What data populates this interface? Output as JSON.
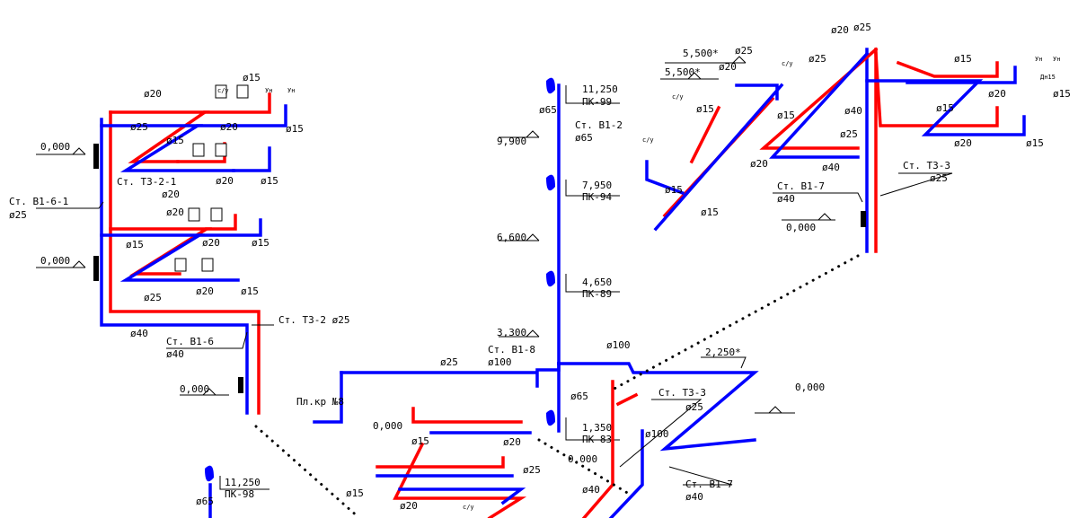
{
  "risers": {
    "b1_6_1": "Ст. В1-6-1",
    "b1_6": "Ст. В1-6",
    "t3_2_1": "Ст. Т3-2-1",
    "t3_2": "Ст. Т3-2 ø25",
    "b1_2": "Ст. В1-2",
    "b1_8": "Ст. В1-8",
    "t3_3_right": "Ст. Т3-3",
    "b1_7_right": "Ст. В1-7",
    "t3_3_bottom": "Ст. Т3-3",
    "b1_7_bottom": "Ст. В1-7"
  },
  "elevations": {
    "left_top": "0,000",
    "left_mid": "0,000",
    "left_bottom": "0,000",
    "center_bottom": "0,000",
    "center_base": "0,000",
    "right_bottom": "0,000",
    "far_right": "0,000",
    "e9900": "9,900",
    "e6600": "6,600",
    "e3300": "3,300",
    "e5500a": "5,500*",
    "e5500b": "5,500*",
    "e2250": "2,250*"
  },
  "hydrants": {
    "h1_elev": "11,250",
    "h1_id": "ПК-99",
    "h2_elev": "7,950",
    "h2_id": "ПК-94",
    "h3_elev": "4,650",
    "h3_id": "ПК-89",
    "h4_elev": "1,350",
    "h4_id": "ПК-83",
    "h5_elev": "11,250",
    "h5_id": "ПК-98"
  },
  "diameters": {
    "d15": "ø15",
    "d20": "ø20",
    "d25": "ø25",
    "d40": "ø40",
    "d65": "ø65",
    "d100": "ø100"
  },
  "fixtures": {
    "cy": "с/у",
    "un": "Ун",
    "dn": "Дн15",
    "cy_lower": "с/у"
  },
  "valve_label": "Пл.кр №8",
  "colors": {
    "hot": "#ff0000",
    "cold": "#0000ff",
    "ink": "#000000"
  }
}
